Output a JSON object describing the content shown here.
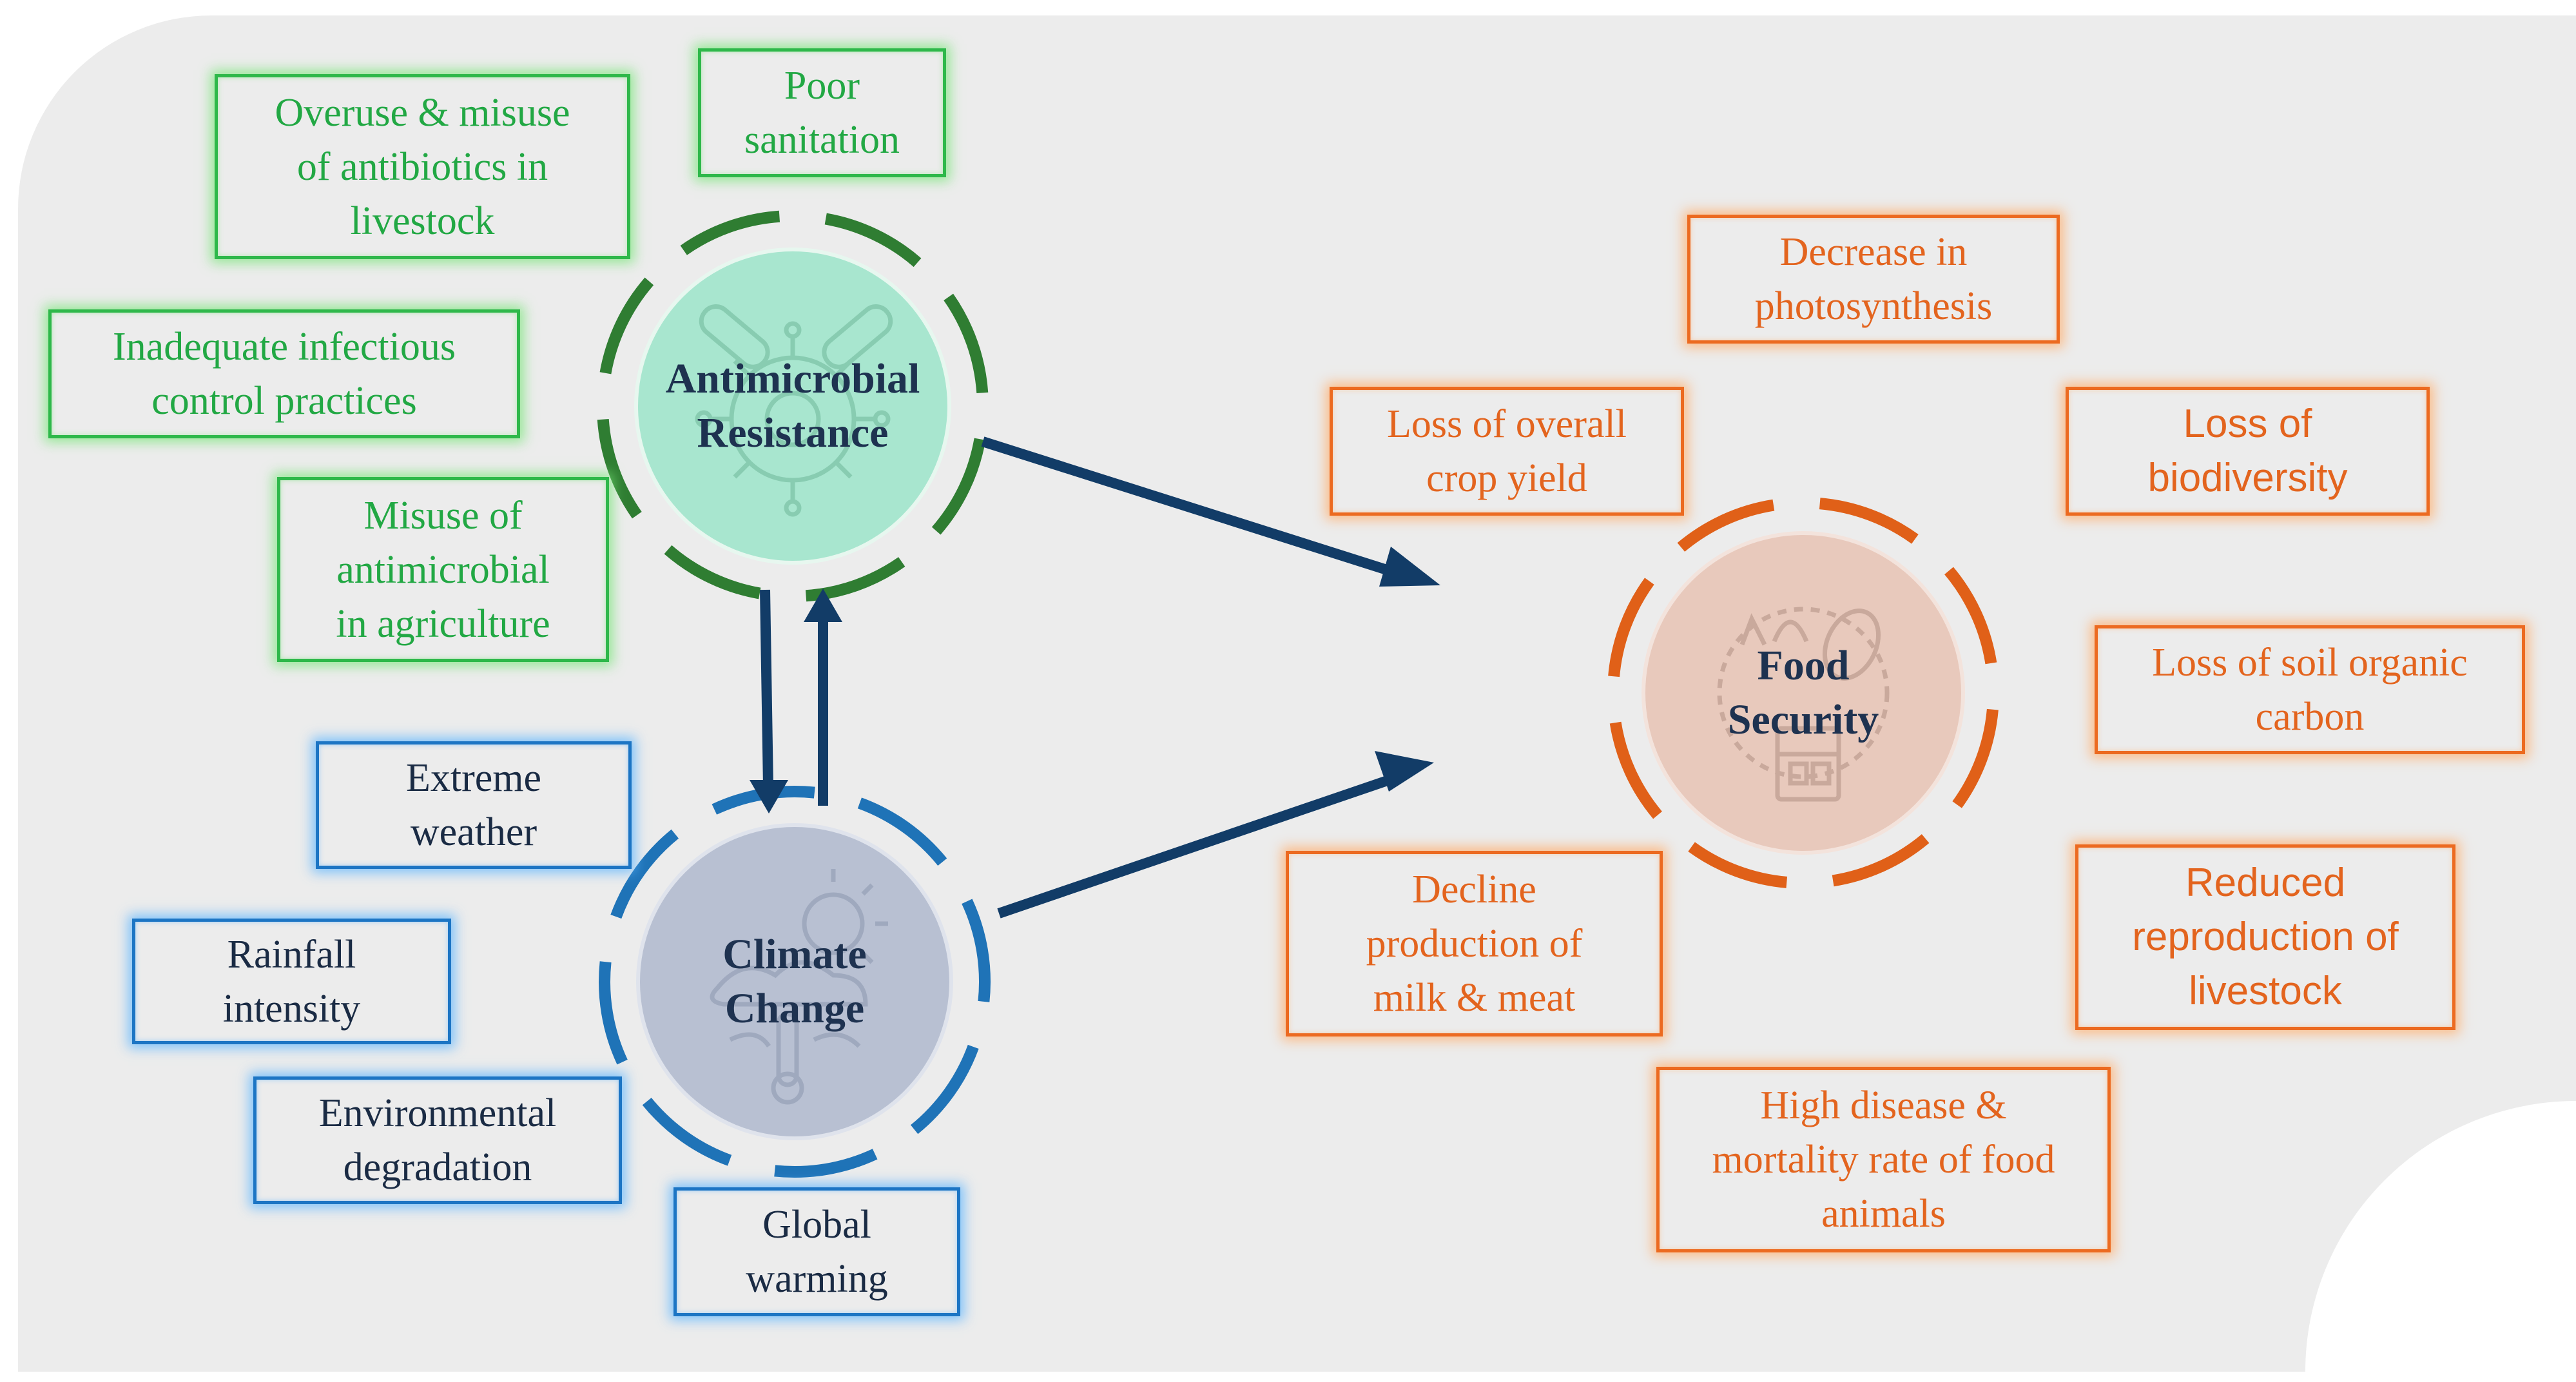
{
  "colors": {
    "panel_bg": "#ececec",
    "amr_ring": "#2f7d32",
    "amr_fill": "#a8e6cf",
    "climate_ring": "#1f73b7",
    "climate_fill": "#b8c0d2",
    "food_ring": "#e06018",
    "food_fill": "#e8c9bc",
    "arrow": "#123c67",
    "green_text": "#22a844",
    "blue_text": "#1a2b44",
    "orange_text": "#e3641e"
  },
  "hubs": {
    "amr": {
      "label": "Antimicrobial\nResistance",
      "icon": "virus-capsule-icon"
    },
    "climate": {
      "label": "Climate\nChange",
      "icon": "thermometer-sun-icon"
    },
    "food": {
      "label": "Food\nSecurity",
      "icon": "grocery-basket-icon"
    }
  },
  "amr_factors": [
    "Overuse & misuse\nof antibiotics in\nlivestock",
    "Poor\nsanitation",
    "Inadequate infectious\ncontrol practices",
    "Misuse of\nantimicrobial\nin agriculture"
  ],
  "climate_factors": [
    "Extreme\nweather",
    "Rainfall\nintensity",
    "Environmental\ndegradation",
    "Global\nwarming"
  ],
  "food_impacts": [
    "Decrease in\nphotosynthesis",
    "Loss of overall\ncrop yield",
    "Loss of\nbiodiversity",
    "Loss of soil organic\ncarbon",
    "Decline\nproduction of\nmilk & meat",
    "Reduced\nreproduction of\nlivestock",
    "High disease &\nmortality rate of food\nanimals"
  ]
}
